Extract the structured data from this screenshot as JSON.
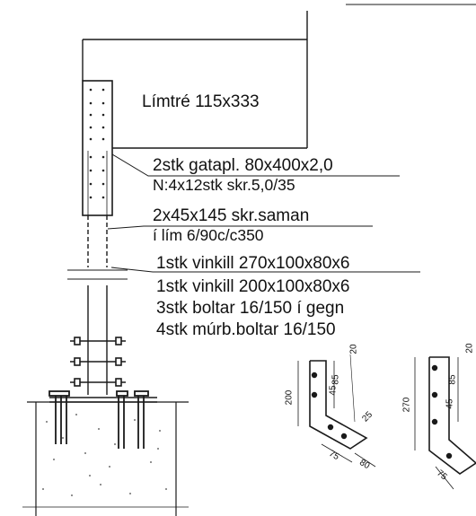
{
  "beam_label": "Límtré 115x333",
  "callouts": [
    {
      "line1": "2stk gatapl. 80x400x2,0",
      "line2": "N:4x12stk skr.5,0/35"
    },
    {
      "line1": "2x45x145 skr.saman",
      "line2": "í lím 6/90c/c350"
    }
  ],
  "hardware_list": [
    "1stk vinkill 270x100x80x6",
    "1stk vinkill 200x100x80x6",
    "3stk boltar 16/150 í gegn",
    "4stk múrb.boltar 16/150"
  ],
  "angle_small": {
    "height": "200",
    "d1": "20",
    "d2": "85",
    "d3": "45",
    "d4": "25",
    "d5": "75",
    "d6": "80"
  },
  "angle_large": {
    "height": "270",
    "d1": "20",
    "d2": "85",
    "d3": "45",
    "d4": "75"
  }
}
